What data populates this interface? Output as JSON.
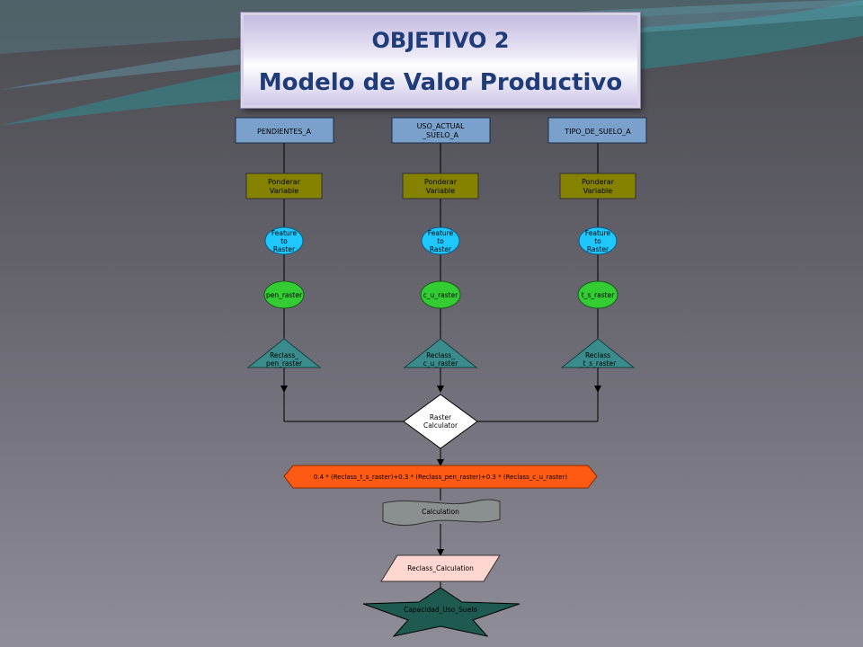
{
  "title": {
    "line1": "OBJETIVO 2",
    "line2": "Modelo de Valor Productivo"
  },
  "columns": [
    {
      "input": [
        "PENDIENTES_A"
      ],
      "weight": [
        "Ponderar",
        "Variable"
      ],
      "tool": [
        "Feature",
        "to",
        "Raster"
      ],
      "raster": [
        "pen_raster"
      ],
      "reclass": [
        "Reclass_",
        "pen_raster"
      ]
    },
    {
      "input": [
        "USO_ACTUAL",
        "_SUELO_A"
      ],
      "weight": [
        "Ponderar",
        "Variable"
      ],
      "tool": [
        "Feature",
        "to",
        "Raster"
      ],
      "raster": [
        "c_u_raster"
      ],
      "reclass": [
        "Reclass_",
        "c_u_raster"
      ]
    },
    {
      "input": [
        "TIPO_DE_SUELO_A"
      ],
      "weight": [
        "Ponderar",
        "Variable"
      ],
      "tool": [
        "Feature",
        "to",
        "Raster"
      ],
      "raster": [
        "t_s_raster"
      ],
      "reclass": [
        "Reclass",
        "_t_s_raster"
      ]
    }
  ],
  "raster_calculator": [
    "Raster",
    "Calculator"
  ],
  "expression": "0.4 * (Reclass_t_s_raster)+0.3 * (Reclass_pen_raster)+0.3 * (Reclass_c_u_raster)",
  "calculation": "Calculation",
  "reclass_calculation": "Reclass_Calculation",
  "output": "Capacidad_Uso_Suelo",
  "colors": {
    "input_fill": "#7aa0cc",
    "weight_fill": "#858200",
    "tool_fill": "#1ec8ff",
    "raster_fill": "#33cc33",
    "reclass_fill": "#3a8c8c",
    "expression_fill": "#ff5a14",
    "calculation_fill": "#8a9090",
    "reclass_calc_fill": "#ffd6d0",
    "output_fill": "#1f5a50",
    "title_text": "#1f3b78"
  }
}
